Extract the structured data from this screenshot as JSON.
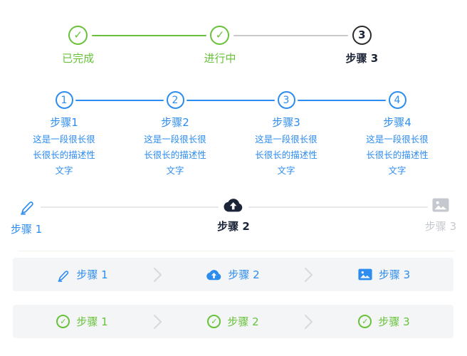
{
  "palette": {
    "blue": "#2d8cf0",
    "green": "#67c23a",
    "dark": "#1c2438",
    "gray_text": "#c5c8ce",
    "line_gray": "#c9c9c9",
    "bar_background": "#f4f5f7"
  },
  "glyphs": {
    "check": "✓"
  },
  "steps_status": {
    "items": [
      {
        "label": "已完成",
        "state": "finished",
        "icon": "check-circle-icon"
      },
      {
        "label": "进行中",
        "state": "current",
        "icon": "check-circle-icon"
      },
      {
        "label": "步骤 3",
        "number": "3",
        "state": "waiting"
      }
    ]
  },
  "steps_numbered": {
    "items": [
      {
        "number": "1",
        "label": "步骤1",
        "description": "这是一段很长很长很长的描述性文字"
      },
      {
        "number": "2",
        "label": "步骤2",
        "description": "这是一段很长很长很长的描述性文字"
      },
      {
        "number": "3",
        "label": "步骤3",
        "description": "这是一段很长很长很长的描述性文字"
      },
      {
        "number": "4",
        "label": "步骤4",
        "description": "这是一段很长很长很长的描述性文字"
      }
    ]
  },
  "steps_icons": {
    "items": [
      {
        "label": "步骤 1",
        "icon": "edit-icon",
        "state": "done"
      },
      {
        "label": "步骤 2",
        "icon": "cloud-upload-icon",
        "state": "current"
      },
      {
        "label": "步骤 3",
        "icon": "image-icon",
        "state": "waiting"
      }
    ]
  },
  "steps_bar_icons": {
    "items": [
      {
        "label": "步骤 1",
        "icon": "edit-icon"
      },
      {
        "label": "步骤 2",
        "icon": "cloud-upload-icon"
      },
      {
        "label": "步骤 3",
        "icon": "image-icon"
      }
    ]
  },
  "steps_bar_checks": {
    "items": [
      {
        "label": "步骤 1",
        "icon": "check-circle-icon"
      },
      {
        "label": "步骤 2",
        "icon": "check-circle-icon"
      },
      {
        "label": "步骤 3",
        "icon": "check-circle-icon"
      }
    ]
  }
}
